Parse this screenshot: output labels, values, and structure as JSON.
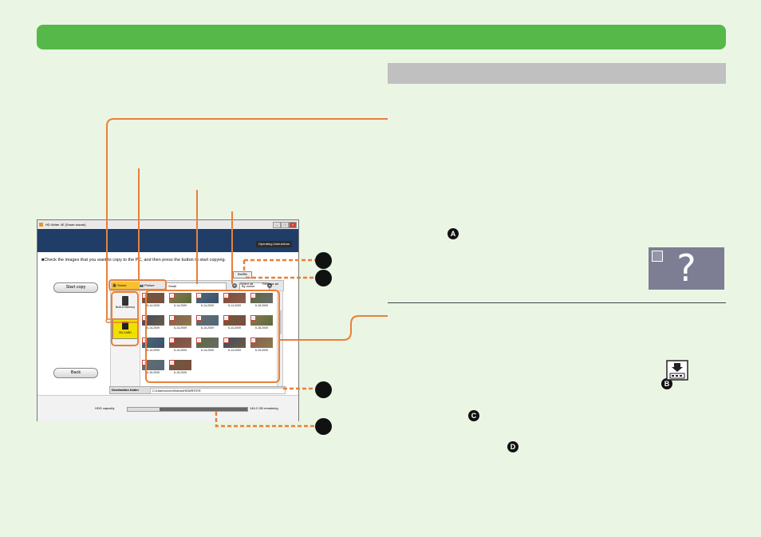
{
  "page": {
    "markers": {
      "a": "A",
      "b": "B",
      "c": "C",
      "d": "D"
    },
    "question_mark": "?"
  },
  "window": {
    "title": "HD Writer 4E (Smart wizard)",
    "operating_instructions": "Operating Instructions",
    "instruction": "■Check the images that you want to copy to the PC, and then press the button to start copying.",
    "start_copy": "Start copy",
    "back": "Back",
    "refresh": "Refresh",
    "tabs": {
      "scene": "Scene",
      "picture": "Picture"
    },
    "size_select": "Small",
    "sort_select": "By scene",
    "select_all": "Select all",
    "release_all": "Release all",
    "sources": {
      "built_in": "Built-in Memory",
      "sd": "SD CARD"
    },
    "dates": [
      "6-14-2009",
      "6-14-2009",
      "6-14-2009",
      "6-14-2009",
      "6-18-2009",
      "6-14-2009",
      "6-14-2009",
      "6-14-2009",
      "6-14-2009",
      "6-18-2009",
      "6-14-2009",
      "6-14-2009",
      "6-14-2009",
      "6-14-2009",
      "6-15-2009",
      "6-15-2009",
      "6-15-2009"
    ],
    "destination_label": "Destination folder",
    "destination_path": "C:\\Users\\xxxx\\Videos\\HDWRITER",
    "capacity_label": "HDD capacity",
    "remaining": "146.2 GB remaining"
  },
  "colors": {
    "accent_green": "#55b848",
    "callout_orange": "#e8803a"
  }
}
